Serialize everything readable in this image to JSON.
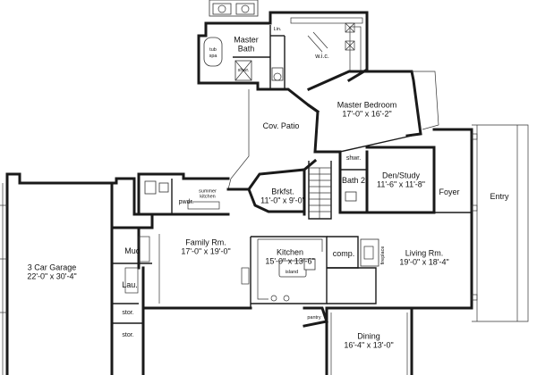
{
  "rooms": {
    "master_bath": {
      "name": "Master",
      "name2": "Bath"
    },
    "lin": "Lin.",
    "wic": "w.i.c.",
    "tub": "tub",
    "spa": "spa",
    "shwr_master": "shwr.",
    "master_bedroom": {
      "name": "Master Bedroom",
      "size": "17'-0\" x 16'-2\""
    },
    "cov_patio": "Cov. Patio",
    "brkfst": {
      "name": "Brkfst.",
      "size": "11'-0\" x 9'-0\""
    },
    "summer_kitchen": {
      "line1": "summer",
      "line2": "kitchen"
    },
    "pwdr": "pwdr.",
    "bath2": {
      "name": "Bath",
      "num": "2"
    },
    "shwr_bath2": "shwr.",
    "den_study": {
      "name": "Den/Study",
      "size": "11'-6\" x 11'-8\""
    },
    "foyer": "Foyer",
    "entry": "Entry",
    "garage": {
      "name": "3 Car Garage",
      "size": "22'-0\" x 30'-4\""
    },
    "mud": "Mud",
    "lau": "Lau.",
    "stor1": "stor.",
    "stor2": "stor.",
    "family": {
      "name": "Family Rm.",
      "size": "17'-0\" x 19'-0\""
    },
    "kitchen": {
      "name": "Kitchen",
      "size": "15'-0\" x 13'-6\""
    },
    "island": "island",
    "comp": "comp.",
    "fireplace": "fireplace",
    "living": {
      "name": "Living Rm.",
      "size": "19'-0\" x 18'-4\""
    },
    "pantry": "pantry",
    "dining": {
      "name": "Dining",
      "size": "16'-4\" x 13'-0\""
    }
  }
}
